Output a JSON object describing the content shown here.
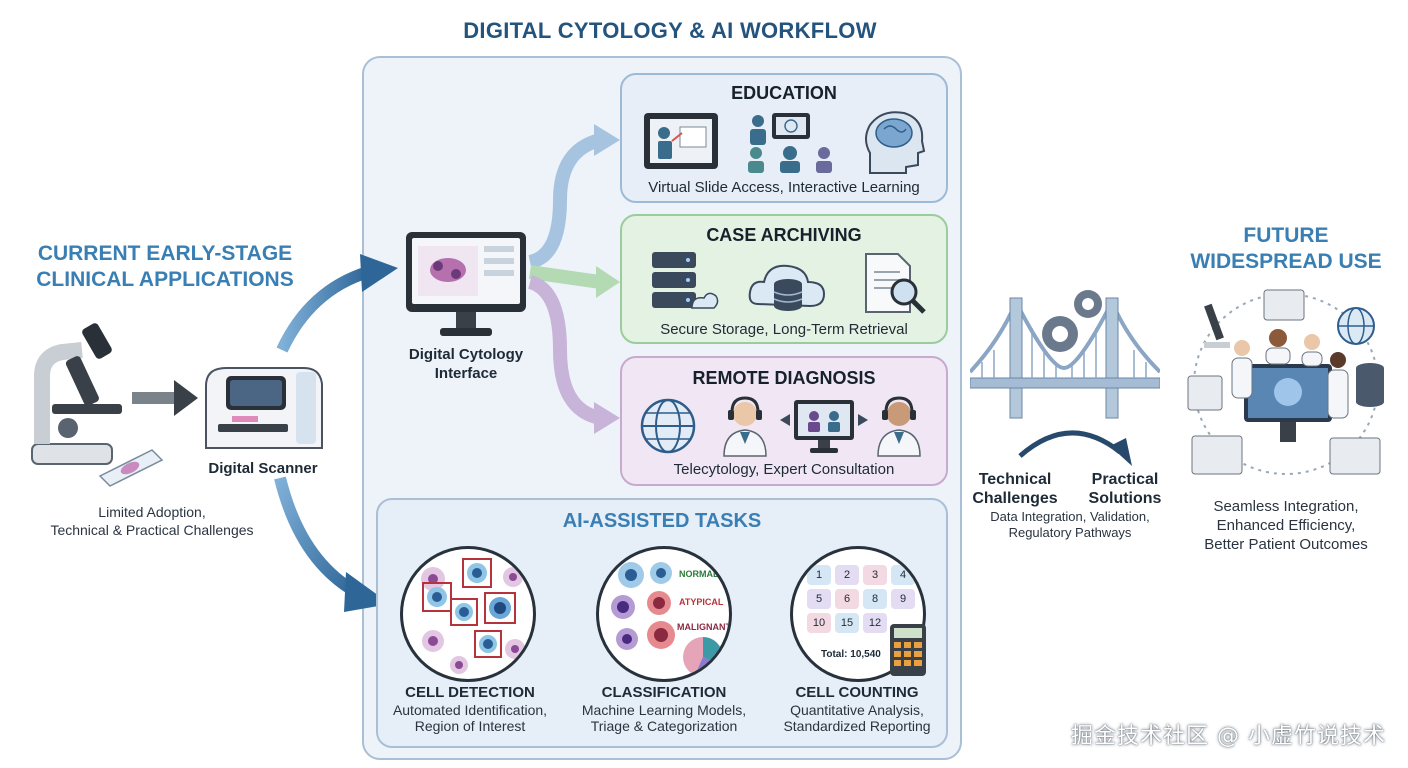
{
  "title": "DIGITAL CYTOLOGY & AI WORKFLOW",
  "left": {
    "title_line1": "CURRENT EARLY-STAGE",
    "title_line2": "CLINICAL APPLICATIONS",
    "scanner_label": "Digital Scanner",
    "caption_line1": "Limited Adoption,",
    "caption_line2": "Technical & Practical Challenges"
  },
  "interface_label_line1": "Digital Cytology",
  "interface_label_line2": "Interface",
  "cards": {
    "education": {
      "title": "EDUCATION",
      "caption": "Virtual Slide Access, Interactive Learning"
    },
    "archiving": {
      "title": "CASE ARCHIVING",
      "caption": "Secure Storage, Long-Term Retrieval"
    },
    "remote": {
      "title": "REMOTE DIAGNOSIS",
      "caption": "Telecytology, Expert Consultation"
    }
  },
  "ai": {
    "title": "AI-ASSISTED TASKS",
    "detection": {
      "title": "CELL DETECTION",
      "line1": "Automated Identification,",
      "line2": "Region of Interest"
    },
    "classification": {
      "title": "CLASSIFICATION",
      "line1": "Machine Learning Models,",
      "line2": "Triage & Categorization",
      "labels": [
        "NORMAL",
        "ATYPICAL",
        "MALIGNANT"
      ]
    },
    "counting": {
      "title": "CELL COUNTING",
      "line1": "Quantitative Analysis,",
      "line2": "Standardized Reporting",
      "grid": [
        "1",
        "2",
        "3",
        "4",
        "5",
        "6",
        "8",
        "9",
        "10",
        "15",
        "12"
      ],
      "total": "Total: 10,540"
    }
  },
  "bridge": {
    "left_line1": "Technical",
    "left_line2": "Challenges",
    "right_line1": "Practical",
    "right_line2": "Solutions",
    "caption_line1": "Data Integration, Validation,",
    "caption_line2": "Regulatory Pathways"
  },
  "future": {
    "title_line1": "FUTURE",
    "title_line2": "WIDESPREAD USE",
    "caption_line1": "Seamless Integration,",
    "caption_line2": "Enhanced Efficiency,",
    "caption_line3": "Better Patient Outcomes"
  },
  "watermark": "掘金技术社区 @ 小虚竹说技术",
  "colors": {
    "accent_blue": "#3a7fb4",
    "title_blue": "#24547e",
    "education_bg": "#e7eef8",
    "archiving_bg": "#e4f2e4",
    "remote_bg": "#f1e6f3",
    "ai_bg": "#e6eef8"
  }
}
